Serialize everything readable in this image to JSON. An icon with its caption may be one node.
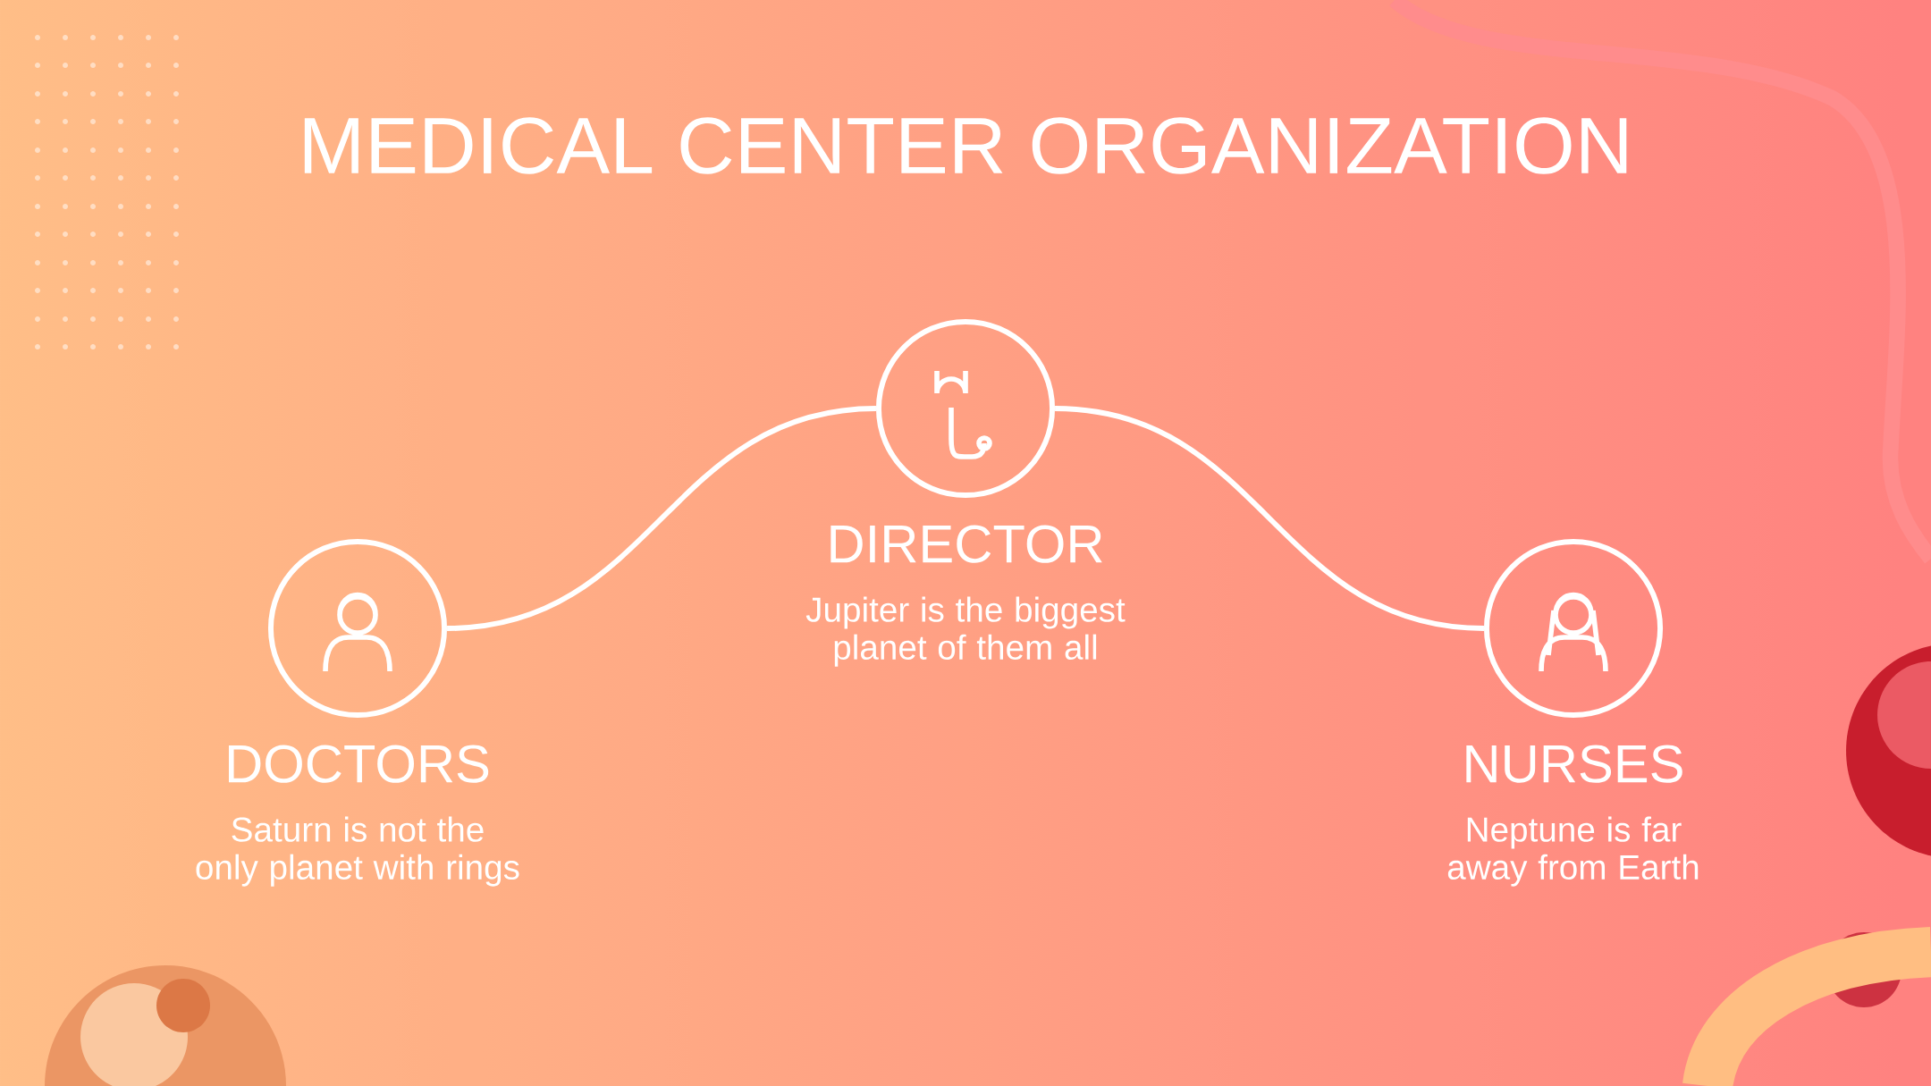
{
  "diagram": {
    "title": "MEDICAL CENTER ORGANIZATION",
    "nodes": [
      {
        "text": [
          "DIRECTOR",
          "Jupiter is the biggest planet of them all"
        ]
      },
      {
        "text": [
          "DOCTORS",
          "Saturn is not the only planet with rings"
        ]
      },
      {
        "text": [
          "NURSES",
          "Neptune is far away from Earth"
        ]
      }
    ],
    "edges": [
      {
        "from": 0,
        "to": 1,
        "arrow": "none"
      },
      {
        "from": 0,
        "to": 2,
        "arrow": "none"
      }
    ]
  }
}
